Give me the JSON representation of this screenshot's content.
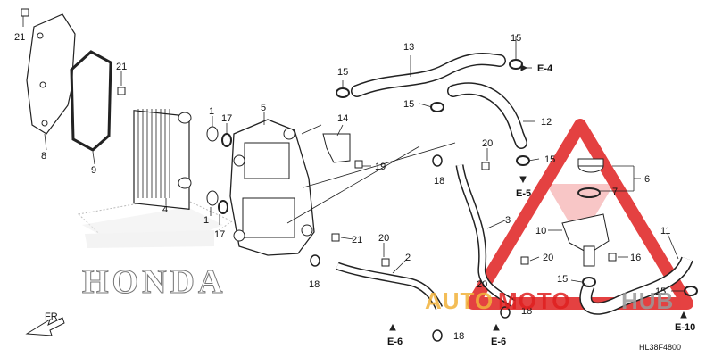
{
  "diagram_code": "HL38F4800",
  "direction_label": "FR.",
  "brand_logo_text": "HONDA",
  "watermark": {
    "part1": "AUTO",
    "part2": "MOTO",
    "part3": "HUB",
    "color_orange": "#f2b23a",
    "color_red": "#e02020",
    "color_gray": "#9a9a9a"
  },
  "callouts": {
    "c1a": "1",
    "c1b": "1",
    "c2": "2",
    "c3": "3",
    "c4": "4",
    "c5": "5",
    "c6": "6",
    "c7": "7",
    "c8": "8",
    "c9": "9",
    "c10": "10",
    "c11": "11",
    "c12": "12",
    "c13": "13",
    "c14": "14",
    "c15a": "15",
    "c15b": "15",
    "c15c": "15",
    "c15d": "15",
    "c15e": "15",
    "c15f": "15",
    "c16": "16",
    "c17a": "17",
    "c17b": "17",
    "c18a": "18",
    "c18b": "18",
    "c18c": "18",
    "c18d": "18",
    "c19": "19",
    "c20a": "20",
    "c20b": "20",
    "c20c": "20",
    "c20d": "20",
    "c21a": "21",
    "c21b": "21",
    "c21c": "21"
  },
  "references": {
    "e4": "E-4",
    "e5": "E-5",
    "e6a": "E-6",
    "e6b": "E-6",
    "e10": "E-10"
  }
}
